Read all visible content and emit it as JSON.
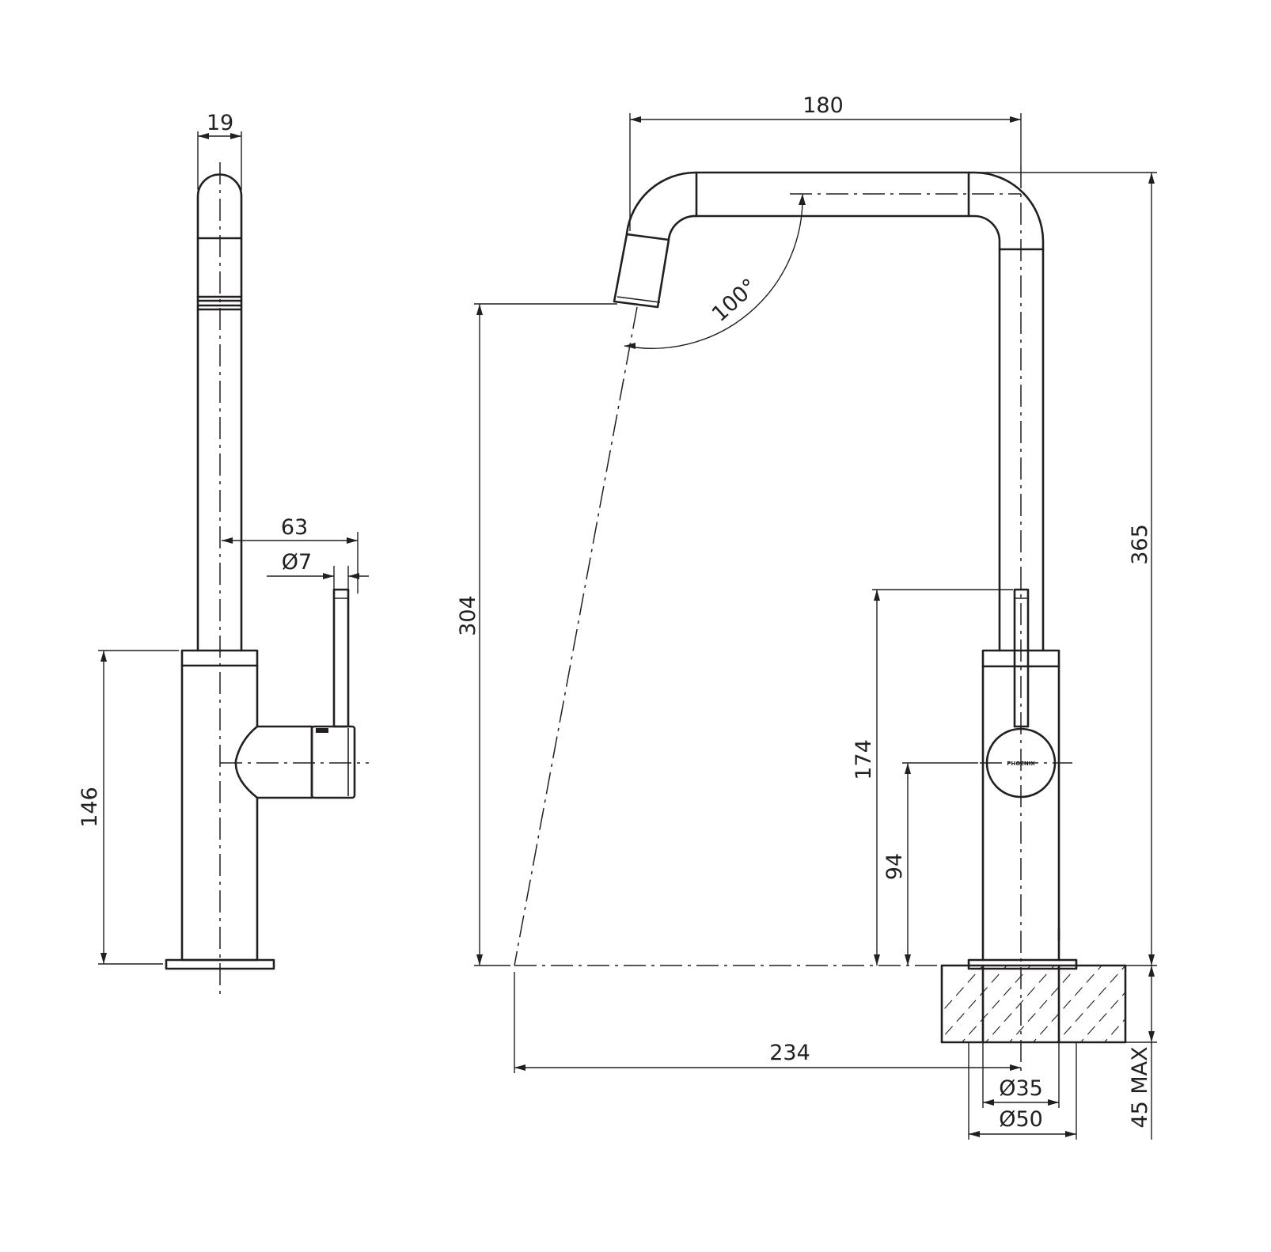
{
  "side_view": {
    "dim_spout_diameter": "19",
    "dim_lever_reach": "63",
    "dim_lever_diameter": "Ø7",
    "dim_body_height": "146"
  },
  "front_view": {
    "dim_spout_reach": "180",
    "dim_spout_angle": "100°",
    "dim_outlet_height": "304",
    "dim_overall_height": "365",
    "dim_lever_top_height": "174",
    "dim_handle_center_height": "94",
    "dim_outlet_projection": "234",
    "dim_inner_diameter": "Ø35",
    "dim_base_diameter": "Ø50",
    "dim_bench_thickness": "45 MAX",
    "handle_brand": "PHOENIX"
  }
}
